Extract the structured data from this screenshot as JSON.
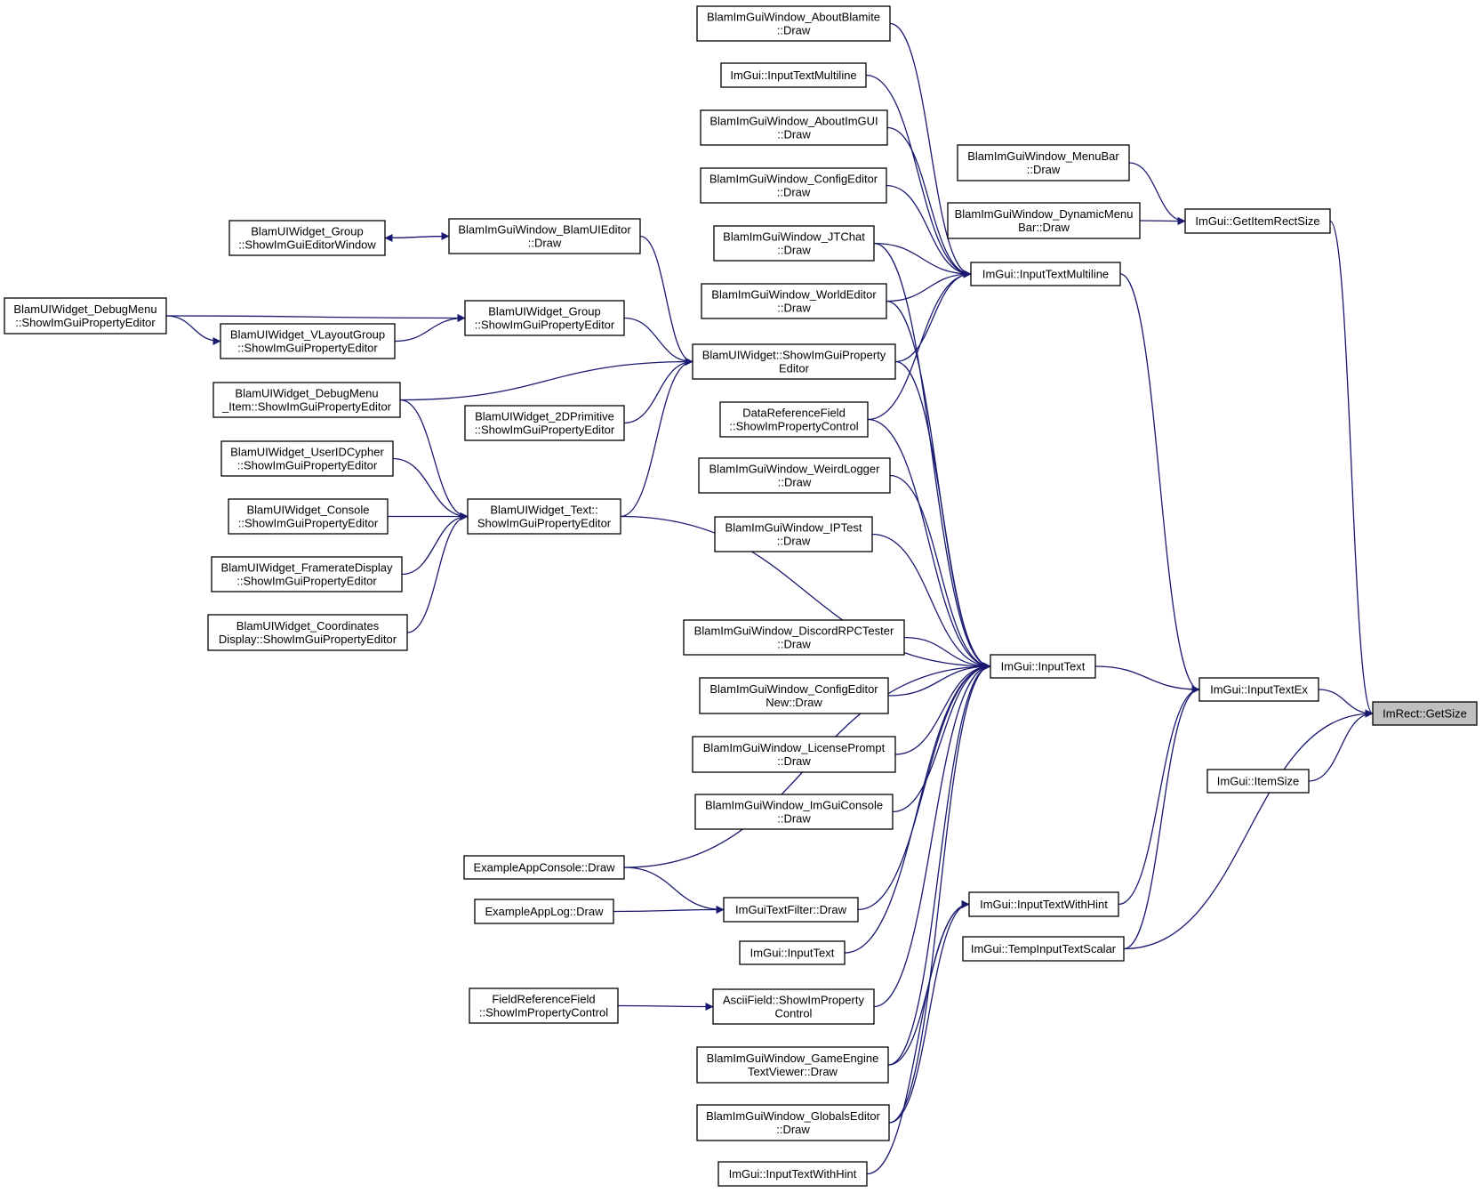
{
  "graph_title": "",
  "colors": {
    "edge": "#191970",
    "node_border": "#000000",
    "focus_fill": "#bfbfbf",
    "node_fill": "#ffffff"
  },
  "nodes": [
    {
      "id": "getsize",
      "lines": [
        "ImRect::GetSize"
      ],
      "focus": true
    },
    {
      "id": "getitemrectsize",
      "lines": [
        "ImGui::GetItemRectSize"
      ]
    },
    {
      "id": "inputtextex",
      "lines": [
        "ImGui::InputTextEx"
      ]
    },
    {
      "id": "itemsize",
      "lines": [
        "ImGui::ItemSize"
      ]
    },
    {
      "id": "menubar",
      "lines": [
        "BlamImGuiWindow_MenuBar",
        "::Draw"
      ]
    },
    {
      "id": "dynmenubar",
      "lines": [
        "BlamImGuiWindow_DynamicMenu",
        "Bar::Draw"
      ]
    },
    {
      "id": "itm_right",
      "lines": [
        "ImGui::InputTextMultiline"
      ]
    },
    {
      "id": "inputtext_mid",
      "lines": [
        "ImGui::InputText"
      ]
    },
    {
      "id": "itwh_right",
      "lines": [
        "ImGui::InputTextWithHint"
      ]
    },
    {
      "id": "tempscalar",
      "lines": [
        "ImGui::TempInputTextScalar"
      ]
    },
    {
      "id": "aboutblamite",
      "lines": [
        "BlamImGuiWindow_AboutBlamite",
        "::Draw"
      ]
    },
    {
      "id": "itm_left",
      "lines": [
        "ImGui::InputTextMultiline"
      ]
    },
    {
      "id": "aboutimgui",
      "lines": [
        "BlamImGuiWindow_AboutImGUI",
        "::Draw"
      ]
    },
    {
      "id": "configeditor",
      "lines": [
        "BlamImGuiWindow_ConfigEditor",
        "::Draw"
      ]
    },
    {
      "id": "jtchat",
      "lines": [
        "BlamImGuiWindow_JTChat",
        "::Draw"
      ]
    },
    {
      "id": "worldeditor",
      "lines": [
        "BlamImGuiWindow_WorldEditor",
        "::Draw"
      ]
    },
    {
      "id": "showprop",
      "lines": [
        "BlamUIWidget::ShowImGuiProperty",
        "Editor"
      ]
    },
    {
      "id": "datareffield",
      "lines": [
        "DataReferenceField",
        "::ShowImPropertyControl"
      ]
    },
    {
      "id": "weirdlogger",
      "lines": [
        "BlamImGuiWindow_WeirdLogger",
        "::Draw"
      ]
    },
    {
      "id": "iptest",
      "lines": [
        "BlamImGuiWindow_IPTest",
        "::Draw"
      ]
    },
    {
      "id": "discordrpc",
      "lines": [
        "BlamImGuiWindow_DiscordRPCTester",
        "::Draw"
      ]
    },
    {
      "id": "configeditornew",
      "lines": [
        "BlamImGuiWindow_ConfigEditor",
        "New::Draw"
      ]
    },
    {
      "id": "licenseprompt",
      "lines": [
        "BlamImGuiWindow_LicensePrompt",
        "::Draw"
      ]
    },
    {
      "id": "imguiconsole",
      "lines": [
        "BlamImGuiWindow_ImGuiConsole",
        "::Draw"
      ]
    },
    {
      "id": "textfilter",
      "lines": [
        "ImGuiTextFilter::Draw"
      ]
    },
    {
      "id": "inputtext_left",
      "lines": [
        "ImGui::InputText"
      ]
    },
    {
      "id": "asciifield",
      "lines": [
        "AsciiField::ShowImProperty",
        "Control"
      ]
    },
    {
      "id": "gameengine",
      "lines": [
        "BlamImGuiWindow_GameEngine",
        "TextViewer::Draw"
      ]
    },
    {
      "id": "globalseditor",
      "lines": [
        "BlamImGuiWindow_GlobalsEditor",
        "::Draw"
      ]
    },
    {
      "id": "itwh_left",
      "lines": [
        "ImGui::InputTextWithHint"
      ]
    },
    {
      "id": "blamuieditor",
      "lines": [
        "BlamImGuiWindow_BlamUIEditor",
        "::Draw"
      ]
    },
    {
      "id": "groupeditorwin",
      "lines": [
        "BlamUIWidget_Group",
        "::ShowImGuiEditorWindow"
      ]
    },
    {
      "id": "groupprop",
      "lines": [
        "BlamUIWidget_Group",
        "::ShowImGuiPropertyEditor"
      ]
    },
    {
      "id": "debugmenu",
      "lines": [
        "BlamUIWidget_DebugMenu",
        "::ShowImGuiPropertyEditor"
      ]
    },
    {
      "id": "vlayout",
      "lines": [
        "BlamUIWidget_VLayoutGroup",
        "::ShowImGuiPropertyEditor"
      ]
    },
    {
      "id": "debugmenuitem",
      "lines": [
        "BlamUIWidget_DebugMenu",
        "_Item::ShowImGuiPropertyEditor"
      ]
    },
    {
      "id": "prim2d",
      "lines": [
        "BlamUIWidget_2DPrimitive",
        "::ShowImGuiPropertyEditor"
      ]
    },
    {
      "id": "textprop",
      "lines": [
        "BlamUIWidget_Text::",
        "ShowImGuiPropertyEditor"
      ]
    },
    {
      "id": "useridcypher",
      "lines": [
        "BlamUIWidget_UserIDCypher",
        "::ShowImGuiPropertyEditor"
      ]
    },
    {
      "id": "console",
      "lines": [
        "BlamUIWidget_Console",
        "::ShowImGuiPropertyEditor"
      ]
    },
    {
      "id": "framerate",
      "lines": [
        "BlamUIWidget_FramerateDisplay",
        "::ShowImGuiPropertyEditor"
      ]
    },
    {
      "id": "coords",
      "lines": [
        "BlamUIWidget_Coordinates",
        "Display::ShowImGuiPropertyEditor"
      ]
    },
    {
      "id": "exconsole",
      "lines": [
        "ExampleAppConsole::Draw"
      ]
    },
    {
      "id": "exlog",
      "lines": [
        "ExampleAppLog::Draw"
      ]
    },
    {
      "id": "fieldref",
      "lines": [
        "FieldReferenceField",
        "::ShowImPropertyControl"
      ]
    }
  ],
  "edges": [
    [
      "getitemrectsize",
      "getsize"
    ],
    [
      "inputtextex",
      "getsize"
    ],
    [
      "itemsize",
      "getsize"
    ],
    [
      "tempscalar",
      "getsize"
    ],
    [
      "menubar",
      "getitemrectsize"
    ],
    [
      "dynmenubar",
      "getitemrectsize"
    ],
    [
      "itm_right",
      "inputtextex"
    ],
    [
      "inputtext_mid",
      "inputtextex"
    ],
    [
      "itwh_right",
      "inputtextex"
    ],
    [
      "tempscalar",
      "inputtextex"
    ],
    [
      "aboutblamite",
      "itm_right"
    ],
    [
      "itm_left",
      "itm_right"
    ],
    [
      "aboutimgui",
      "itm_right"
    ],
    [
      "configeditor",
      "itm_right"
    ],
    [
      "jtchat",
      "itm_right"
    ],
    [
      "worldeditor",
      "itm_right"
    ],
    [
      "showprop",
      "itm_right"
    ],
    [
      "datareffield",
      "itm_right"
    ],
    [
      "jtchat",
      "inputtext_mid"
    ],
    [
      "worldeditor",
      "inputtext_mid"
    ],
    [
      "showprop",
      "inputtext_mid"
    ],
    [
      "datareffield",
      "inputtext_mid"
    ],
    [
      "weirdlogger",
      "inputtext_mid"
    ],
    [
      "iptest",
      "inputtext_mid"
    ],
    [
      "discordrpc",
      "inputtext_mid"
    ],
    [
      "configeditornew",
      "inputtext_mid"
    ],
    [
      "licenseprompt",
      "inputtext_mid"
    ],
    [
      "imguiconsole",
      "inputtext_mid"
    ],
    [
      "exconsole",
      "inputtext_mid"
    ],
    [
      "textfilter",
      "inputtext_mid"
    ],
    [
      "inputtext_left",
      "inputtext_mid"
    ],
    [
      "asciifield",
      "inputtext_mid"
    ],
    [
      "gameengine",
      "inputtext_mid"
    ],
    [
      "globalseditor",
      "inputtext_mid"
    ],
    [
      "textprop",
      "inputtext_mid"
    ],
    [
      "gameengine",
      "itwh_right"
    ],
    [
      "globalseditor",
      "itwh_right"
    ],
    [
      "itwh_left",
      "itwh_right"
    ],
    [
      "blamuieditor",
      "showprop"
    ],
    [
      "groupprop",
      "showprop"
    ],
    [
      "debugmenuitem",
      "showprop"
    ],
    [
      "prim2d",
      "showprop"
    ],
    [
      "textprop",
      "showprop"
    ],
    [
      "blamuieditor",
      "groupeditorwin"
    ],
    [
      "groupeditorwin",
      "blamuieditor"
    ],
    [
      "debugmenu",
      "groupprop"
    ],
    [
      "vlayout",
      "groupprop"
    ],
    [
      "debugmenu",
      "vlayout"
    ],
    [
      "debugmenuitem",
      "textprop"
    ],
    [
      "useridcypher",
      "textprop"
    ],
    [
      "console",
      "textprop"
    ],
    [
      "framerate",
      "textprop"
    ],
    [
      "coords",
      "textprop"
    ],
    [
      "exconsole",
      "textfilter"
    ],
    [
      "exlog",
      "textfilter"
    ],
    [
      "fieldref",
      "asciifield"
    ]
  ]
}
